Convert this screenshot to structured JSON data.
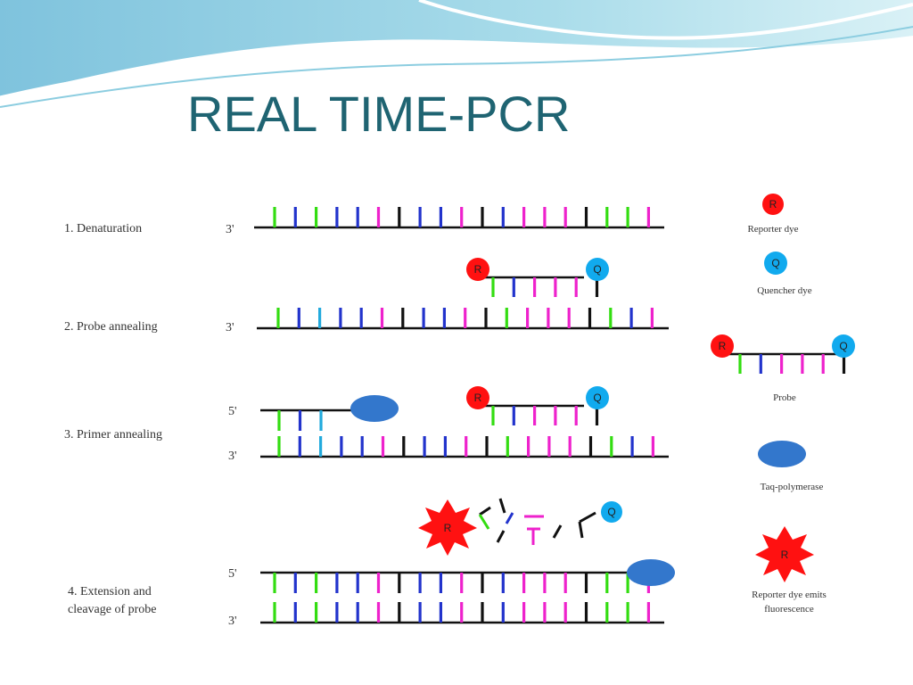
{
  "title": "REAL TIME-PCR",
  "steps": [
    {
      "label": "1. Denaturation"
    },
    {
      "label": "2. Probe annealing"
    },
    {
      "label": "3. Primer annealing"
    },
    {
      "label_line1": "4. Extension and",
      "label_line2": "cleavage of probe"
    }
  ],
  "strand_ends": {
    "three_prime": "3'",
    "five_prime": "5'"
  },
  "dye_letters": {
    "reporter": "R",
    "quencher": "Q"
  },
  "legend": {
    "reporter": "Reporter dye",
    "quencher": "Quencher dye",
    "probe": "Probe",
    "polymerase": "Taq-polymerase",
    "emits_line1": "Reporter dye emits",
    "emits_line2": "fluorescence"
  },
  "colors": {
    "title": "#1f6472",
    "green": "#33dd11",
    "blue": "#2233cc",
    "cyan": "#22aadd",
    "magenta": "#ee22cc",
    "black": "#111111",
    "reporter": "#ff1111",
    "quencher": "#11aaee",
    "polymerase": "#3377cc"
  }
}
